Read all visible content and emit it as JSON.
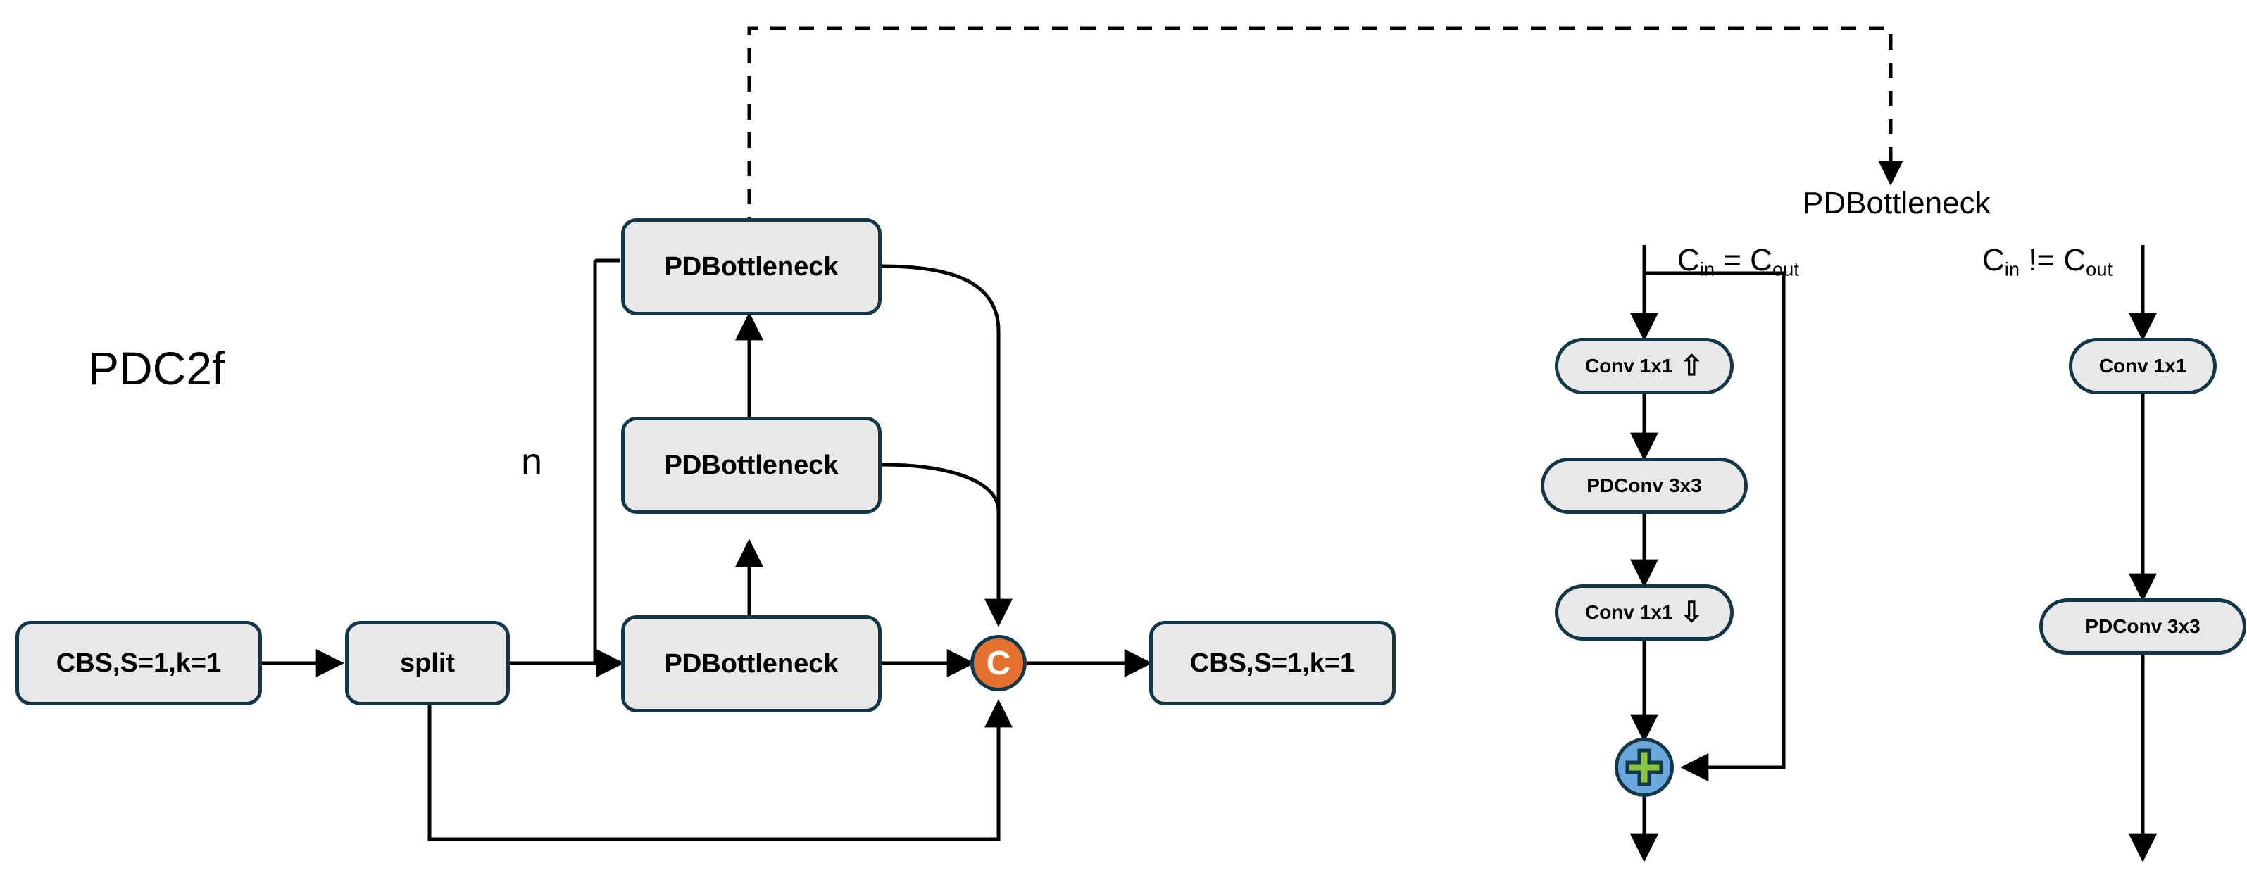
{
  "diagram": {
    "title": "PDC2f",
    "detail_caption": "PDBottleneck",
    "repeat_label": "n",
    "branch_labels": {
      "equal": {
        "base1": "C",
        "sub1": "in",
        "op": " = ",
        "base2": "C",
        "sub2": "out",
        "full": "C_in = C_out"
      },
      "notequal": {
        "base1": "C",
        "sub1": "in",
        "op": " != ",
        "base2": "C",
        "sub2": "out",
        "full": "C_in != C_out"
      }
    }
  },
  "main_flow": {
    "input_block": "CBS,S=1,k=1",
    "split_block": "split",
    "bottlenecks": [
      {
        "label": "PDBottleneck"
      },
      {
        "label": "PDBottleneck"
      },
      {
        "label": "PDBottleneck"
      }
    ],
    "concat_symbol": "C",
    "output_block": "CBS,S=1,k=1"
  },
  "pdbottleneck_equal": {
    "blocks": [
      {
        "label": "Conv 1x1",
        "glyph": "⇧"
      },
      {
        "label": "PDConv 3x3",
        "glyph": ""
      },
      {
        "label": "Conv 1x1",
        "glyph": "⇩"
      }
    ],
    "add_symbol": "+"
  },
  "pdbottleneck_notequal": {
    "blocks": [
      {
        "label": "Conv 1x1",
        "glyph": ""
      },
      {
        "label": "PDConv 3x3",
        "glyph": ""
      }
    ]
  },
  "colors": {
    "node_fill": "#e8e8e8",
    "node_stroke": "#133747",
    "concat_fill": "#e2712f",
    "add_fill": "#6ba7dc",
    "plus_fill": "#8cc63e",
    "line": "#000000"
  }
}
